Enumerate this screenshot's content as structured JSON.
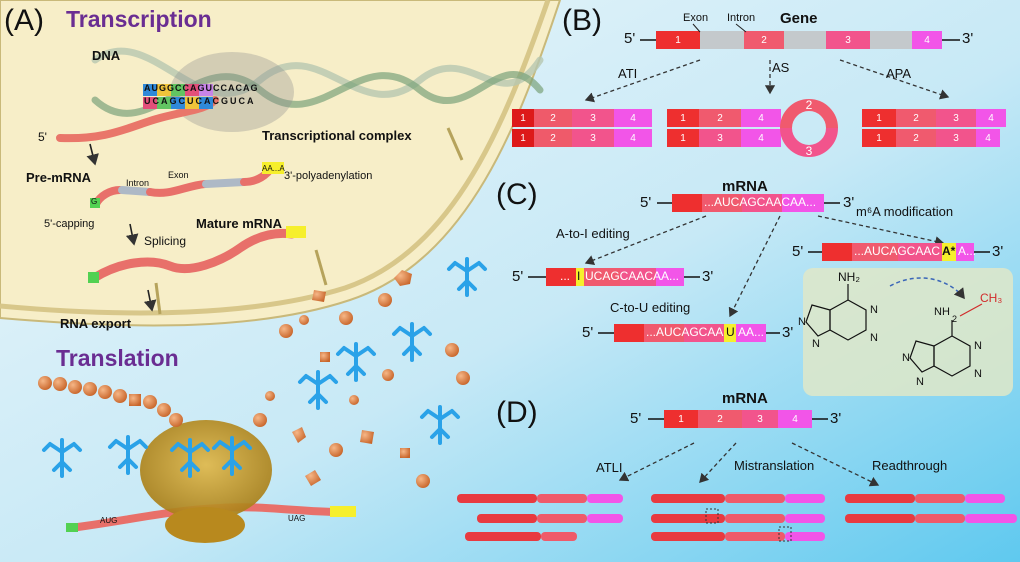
{
  "panels": {
    "a": "(A)",
    "b": "(B)",
    "c": "(C)",
    "d": "(D)"
  },
  "a": {
    "title_transcription": "Transcription",
    "title_translation": "Translation",
    "dna": "DNA",
    "five_prime": "5'",
    "transcriptional_complex": "Transcriptional complex",
    "pre_mrna": "Pre-mRNA",
    "intron": "Intron",
    "exon": "Exon",
    "aaa": "AA...A",
    "polyadenylation": "3'-polyadenylation",
    "capping": "5'-capping",
    "cap_g": "G",
    "splicing": "Splicing",
    "mature_mrna": "Mature mRNA",
    "rna_export": "RNA export",
    "aug": "AUG",
    "uag": "UAG",
    "dna_seq_top": "AUGGCCAGUCCACAG",
    "dna_seq_bottom": "UCAGCUCACGUCA"
  },
  "b": {
    "gene": "Gene",
    "exon": "Exon",
    "intron": "Intron",
    "five": "5'",
    "three": "3'",
    "exons": [
      "1",
      "2",
      "3",
      "4"
    ],
    "ati": "ATI",
    "as": "AS",
    "apa": "APA",
    "ati_rows": [
      [
        "1",
        "2",
        "3",
        "4"
      ],
      [
        "1",
        "2",
        "3",
        "4"
      ]
    ],
    "as_rows": [
      [
        "1",
        "2",
        "4"
      ],
      [
        "1",
        "3",
        "4"
      ]
    ],
    "circ": [
      "2",
      "3"
    ],
    "apa_rows": [
      [
        "1",
        "2",
        "3",
        "4"
      ],
      [
        "1",
        "2",
        "3",
        "4"
      ]
    ]
  },
  "c": {
    "mrna": "mRNA",
    "five": "5'",
    "three": "3'",
    "seq_main": "...AUCAGCAACAA...",
    "a_to_i": "A-to-I editing",
    "seq_ai_pre": "...",
    "seq_ai_mark": "I",
    "seq_ai_post": "UCAGCAACAA...",
    "c_to_u": "C-to-U editing",
    "seq_cu_pre": "...AUCAGCAA",
    "seq_cu_mark": "U",
    "seq_cu_post": "AA...",
    "m6a": "m⁶A modification",
    "seq_m6a_pre": "...AUCAGCAAC",
    "seq_m6a_mark": "A*",
    "seq_m6a_post": "A...",
    "nh2": "NH₂",
    "nh": "NH",
    "sub2": "2",
    "ch3": "CH₃",
    "n": "N"
  },
  "d": {
    "mrna": "mRNA",
    "five": "5'",
    "three": "3'",
    "exons": [
      "1",
      "2",
      "3",
      "4"
    ],
    "atli": "ATLI",
    "mistranslation": "Mistranslation",
    "readthrough": "Readthrough"
  },
  "colors": {
    "exon1": "#ee2f2f",
    "exon2": "#f05a6e",
    "exon3": "#f2548c",
    "exon4": "#f255e8",
    "intron": "#c4c9cc",
    "title": "#6a2d92",
    "nucleus": "#f7eec8",
    "tRNA": "#2aa2e8"
  }
}
